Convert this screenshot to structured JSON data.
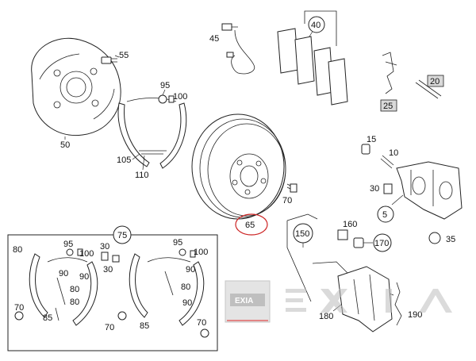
{
  "diagram": {
    "callouts": {
      "c55": "55",
      "c50": "50",
      "c95a": "95",
      "c100a": "100",
      "c105": "105",
      "c110": "110",
      "c45": "45",
      "c40": "40",
      "c20": "20",
      "c25": "25",
      "c15": "15",
      "c10": "10",
      "c30a": "30",
      "c5": "5",
      "c35": "35",
      "c70a": "70",
      "c65": "65",
      "c75": "75",
      "c160": "160",
      "c150": "150",
      "c170": "170",
      "c180": "180",
      "c190": "190"
    },
    "kit": {
      "k80a": "80",
      "k95": "95",
      "k100": "100",
      "k30": "30",
      "k90a": "90",
      "k30b": "30",
      "k90b": "90",
      "k80b": "80",
      "k70a": "70",
      "k85a": "85",
      "k95b": "95",
      "k100b": "100",
      "k90c": "90",
      "k80c": "80",
      "k80d": "80",
      "k90d": "90",
      "k70b": "70",
      "k85b": "85",
      "k70c": "70"
    },
    "highlight_color": "#cc2222",
    "watermark_color": "#cc2222"
  }
}
